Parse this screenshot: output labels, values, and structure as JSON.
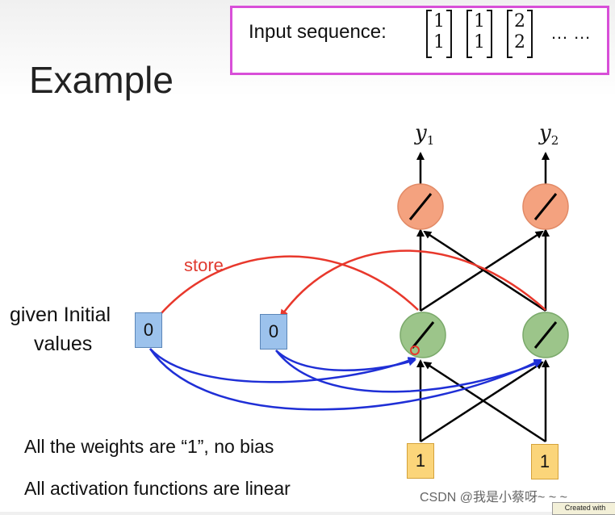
{
  "input_sequence": {
    "label": "Input sequence:",
    "vectors": [
      [
        "1",
        "1"
      ],
      [
        "1",
        "1"
      ],
      [
        "2",
        "2"
      ]
    ],
    "ellipsis": "… …"
  },
  "title": "Example",
  "given_initial": {
    "line1": "given Initial",
    "line2": "values"
  },
  "memory_values": [
    "0",
    "0"
  ],
  "store_label": "store",
  "outputs": {
    "y1": "y",
    "y1_sub": "1",
    "y2": "y",
    "y2_sub": "2"
  },
  "inputs": [
    "1",
    "1"
  ],
  "notes": [
    "All the weights are “1”, no bias",
    "All activation functions are linear"
  ],
  "watermark": "CSDN @我是小蔡呀~ ~ ~",
  "created_with": "Created with",
  "colors": {
    "output_neuron": "#f4a27f",
    "hidden_neuron": "#9cc58a",
    "memory": "#9cc2ec",
    "input": "#fbd57a",
    "store_arrow": "#e8382c",
    "memory_arrow": "#1f2fd6",
    "highlight_border": "#d84fd8"
  }
}
